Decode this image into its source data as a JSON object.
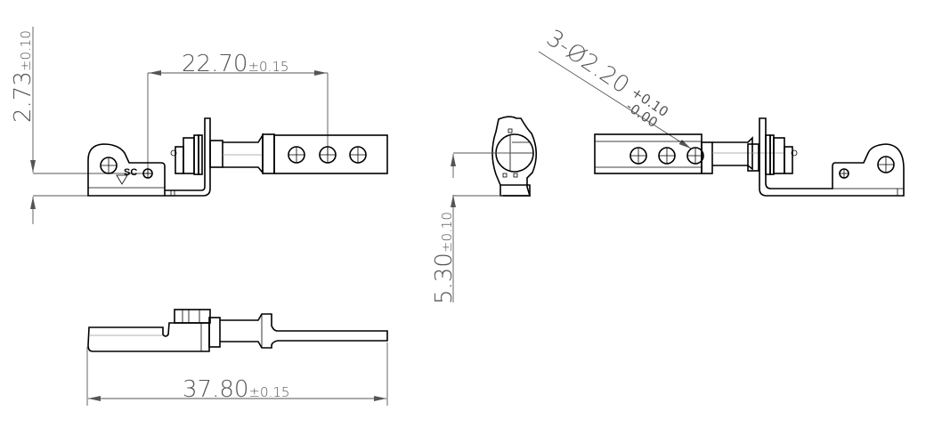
{
  "drawing": {
    "dimensions": {
      "height_left": {
        "value": "2.73",
        "tolerance": "±0.10"
      },
      "hole_pitch": {
        "value": "22.70",
        "tolerance": "±0.15"
      },
      "height_center": {
        "value": "5.30",
        "tolerance": "±0.10"
      },
      "hole_callout": {
        "value": "3-Ø2.20",
        "tolerance_upper": "+0.10",
        "tolerance_lower": "-0.00"
      },
      "overall_length": {
        "value": "37.80",
        "tolerance": "±0.15"
      }
    },
    "marking": {
      "text": "SC"
    },
    "colors": {
      "outline": "#000000",
      "dimension": "#555555"
    }
  }
}
